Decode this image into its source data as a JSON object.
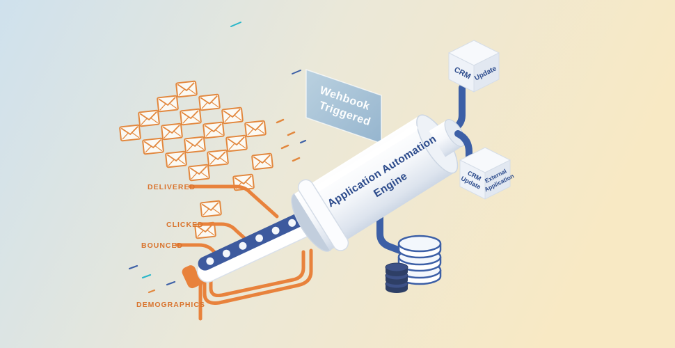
{
  "labels": {
    "delivered": "DELIVERED",
    "clicked": "CLICKED",
    "bounced": "BOUNCED",
    "demographics": "DEMOGRAPHICS"
  },
  "engine": {
    "line1": "Application Automation",
    "line2": "Engine"
  },
  "webhook": {
    "line1": "Wehbook",
    "line2": "Triggered"
  },
  "cube_top": {
    "left": "CRM",
    "right": "Update"
  },
  "cube_bottom": {
    "left_line1": "CRM",
    "left_line2": "Update",
    "right_line1": "External",
    "right_line2": "Application"
  },
  "colors": {
    "accent_orange": "#e2873d",
    "pipe_blue": "#3c5fa6",
    "text_navy": "#2b4a8b",
    "label_orange": "#d9742e",
    "bg_left": "#cfe1ed",
    "bg_right": "#f8e9c4"
  }
}
